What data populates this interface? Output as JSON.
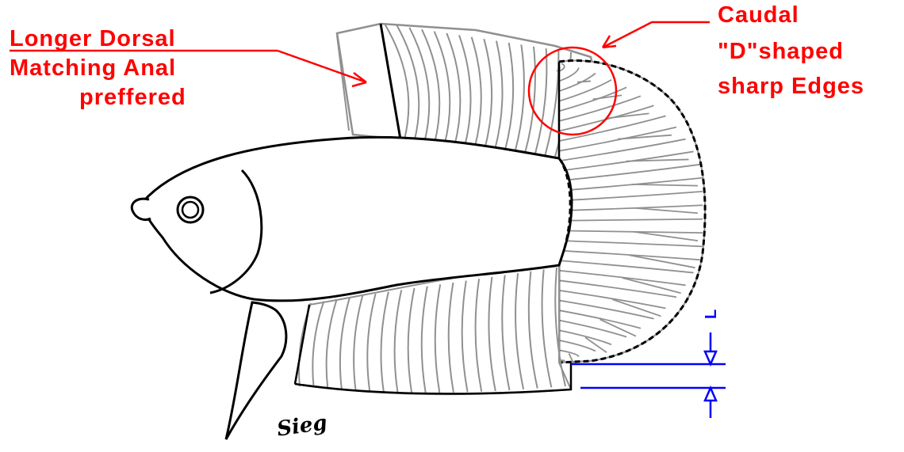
{
  "annotations": {
    "dorsal_note": [
      "Longer Dorsal",
      "Matching Anal",
      "preffered"
    ],
    "caudal_note": [
      "Caudal",
      "\"D\"shaped",
      "sharp Edges"
    ],
    "dimension_label": "L"
  },
  "signature": "Sieg",
  "colors": {
    "annotation": "#ff0000",
    "dimension": "#0000ff",
    "outline": "#000000",
    "fin_rays": "#909090",
    "background": "#ffffff"
  }
}
